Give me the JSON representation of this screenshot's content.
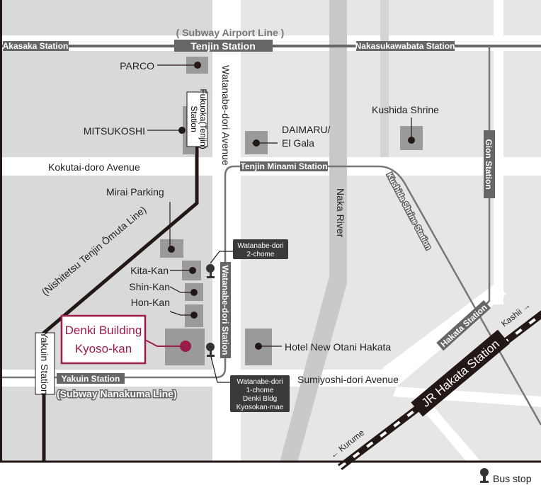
{
  "lines": {
    "airport_line": "( Subway Airport Line )",
    "nishitetsu_line": "(Nishitetsu Tenjin Ōmuta Line)",
    "nanakuma_line": "(Subway Nanakuma Line)",
    "jr_station": "JR Hakata Station",
    "kashii": "Kashii →",
    "kurume": "← Kurume"
  },
  "stations": {
    "akasaka": "Akasaka Station",
    "tenjin": "Tenjin Station",
    "nakasukawabata": "Nakasukawabata Station",
    "gion": "Gion Station",
    "hakata": "Hakata Station",
    "tenjin_minami": "Tenjin Minami Station",
    "kushida_shrine": "Kushida Shrine Station",
    "watanabe_dori": "Watanabe-dori Station",
    "yakuin": "Yakuin Station",
    "yakuin_vertical": "Yakuin Station",
    "fukuoka_tenjin_1": "Fukuoka(Tenjin)",
    "fukuoka_tenjin_2": "Station"
  },
  "streets": {
    "watanabe_avenue": "Watanabe-dori Avenue",
    "kokutai": "Kokutai-doro Avenue",
    "sumiyoshi": "Sumiyoshi-dori Avenue",
    "naka_river": "Naka River"
  },
  "landmarks": {
    "parco": "PARCO",
    "mitsukoshi": "MITSUKOSHI",
    "daimaru_1": "DAIMARU/",
    "daimaru_2": "El Gala",
    "kushida": "Kushida Shrine",
    "mirai": "Mirai Parking",
    "kitakan": "Kita-Kan",
    "shinkan": "Shin-Kan",
    "honkan": "Hon-Kan",
    "hotel": "Hotel New Otani Hakata"
  },
  "destination": {
    "line1": "Denki Building",
    "line2": "Kyoso-kan",
    "color": "#9b1b4b"
  },
  "bus_stops": {
    "stop1_line1": "Watanabe-dori",
    "stop1_line2": "2-chome",
    "stop2_line1": "Watanabe-dori",
    "stop2_line2": "1-chome",
    "stop2_line3": "Denki Bldg",
    "stop2_line4": "Kyosokan-mae"
  },
  "legend": {
    "bus_stop": "Bus stop"
  }
}
